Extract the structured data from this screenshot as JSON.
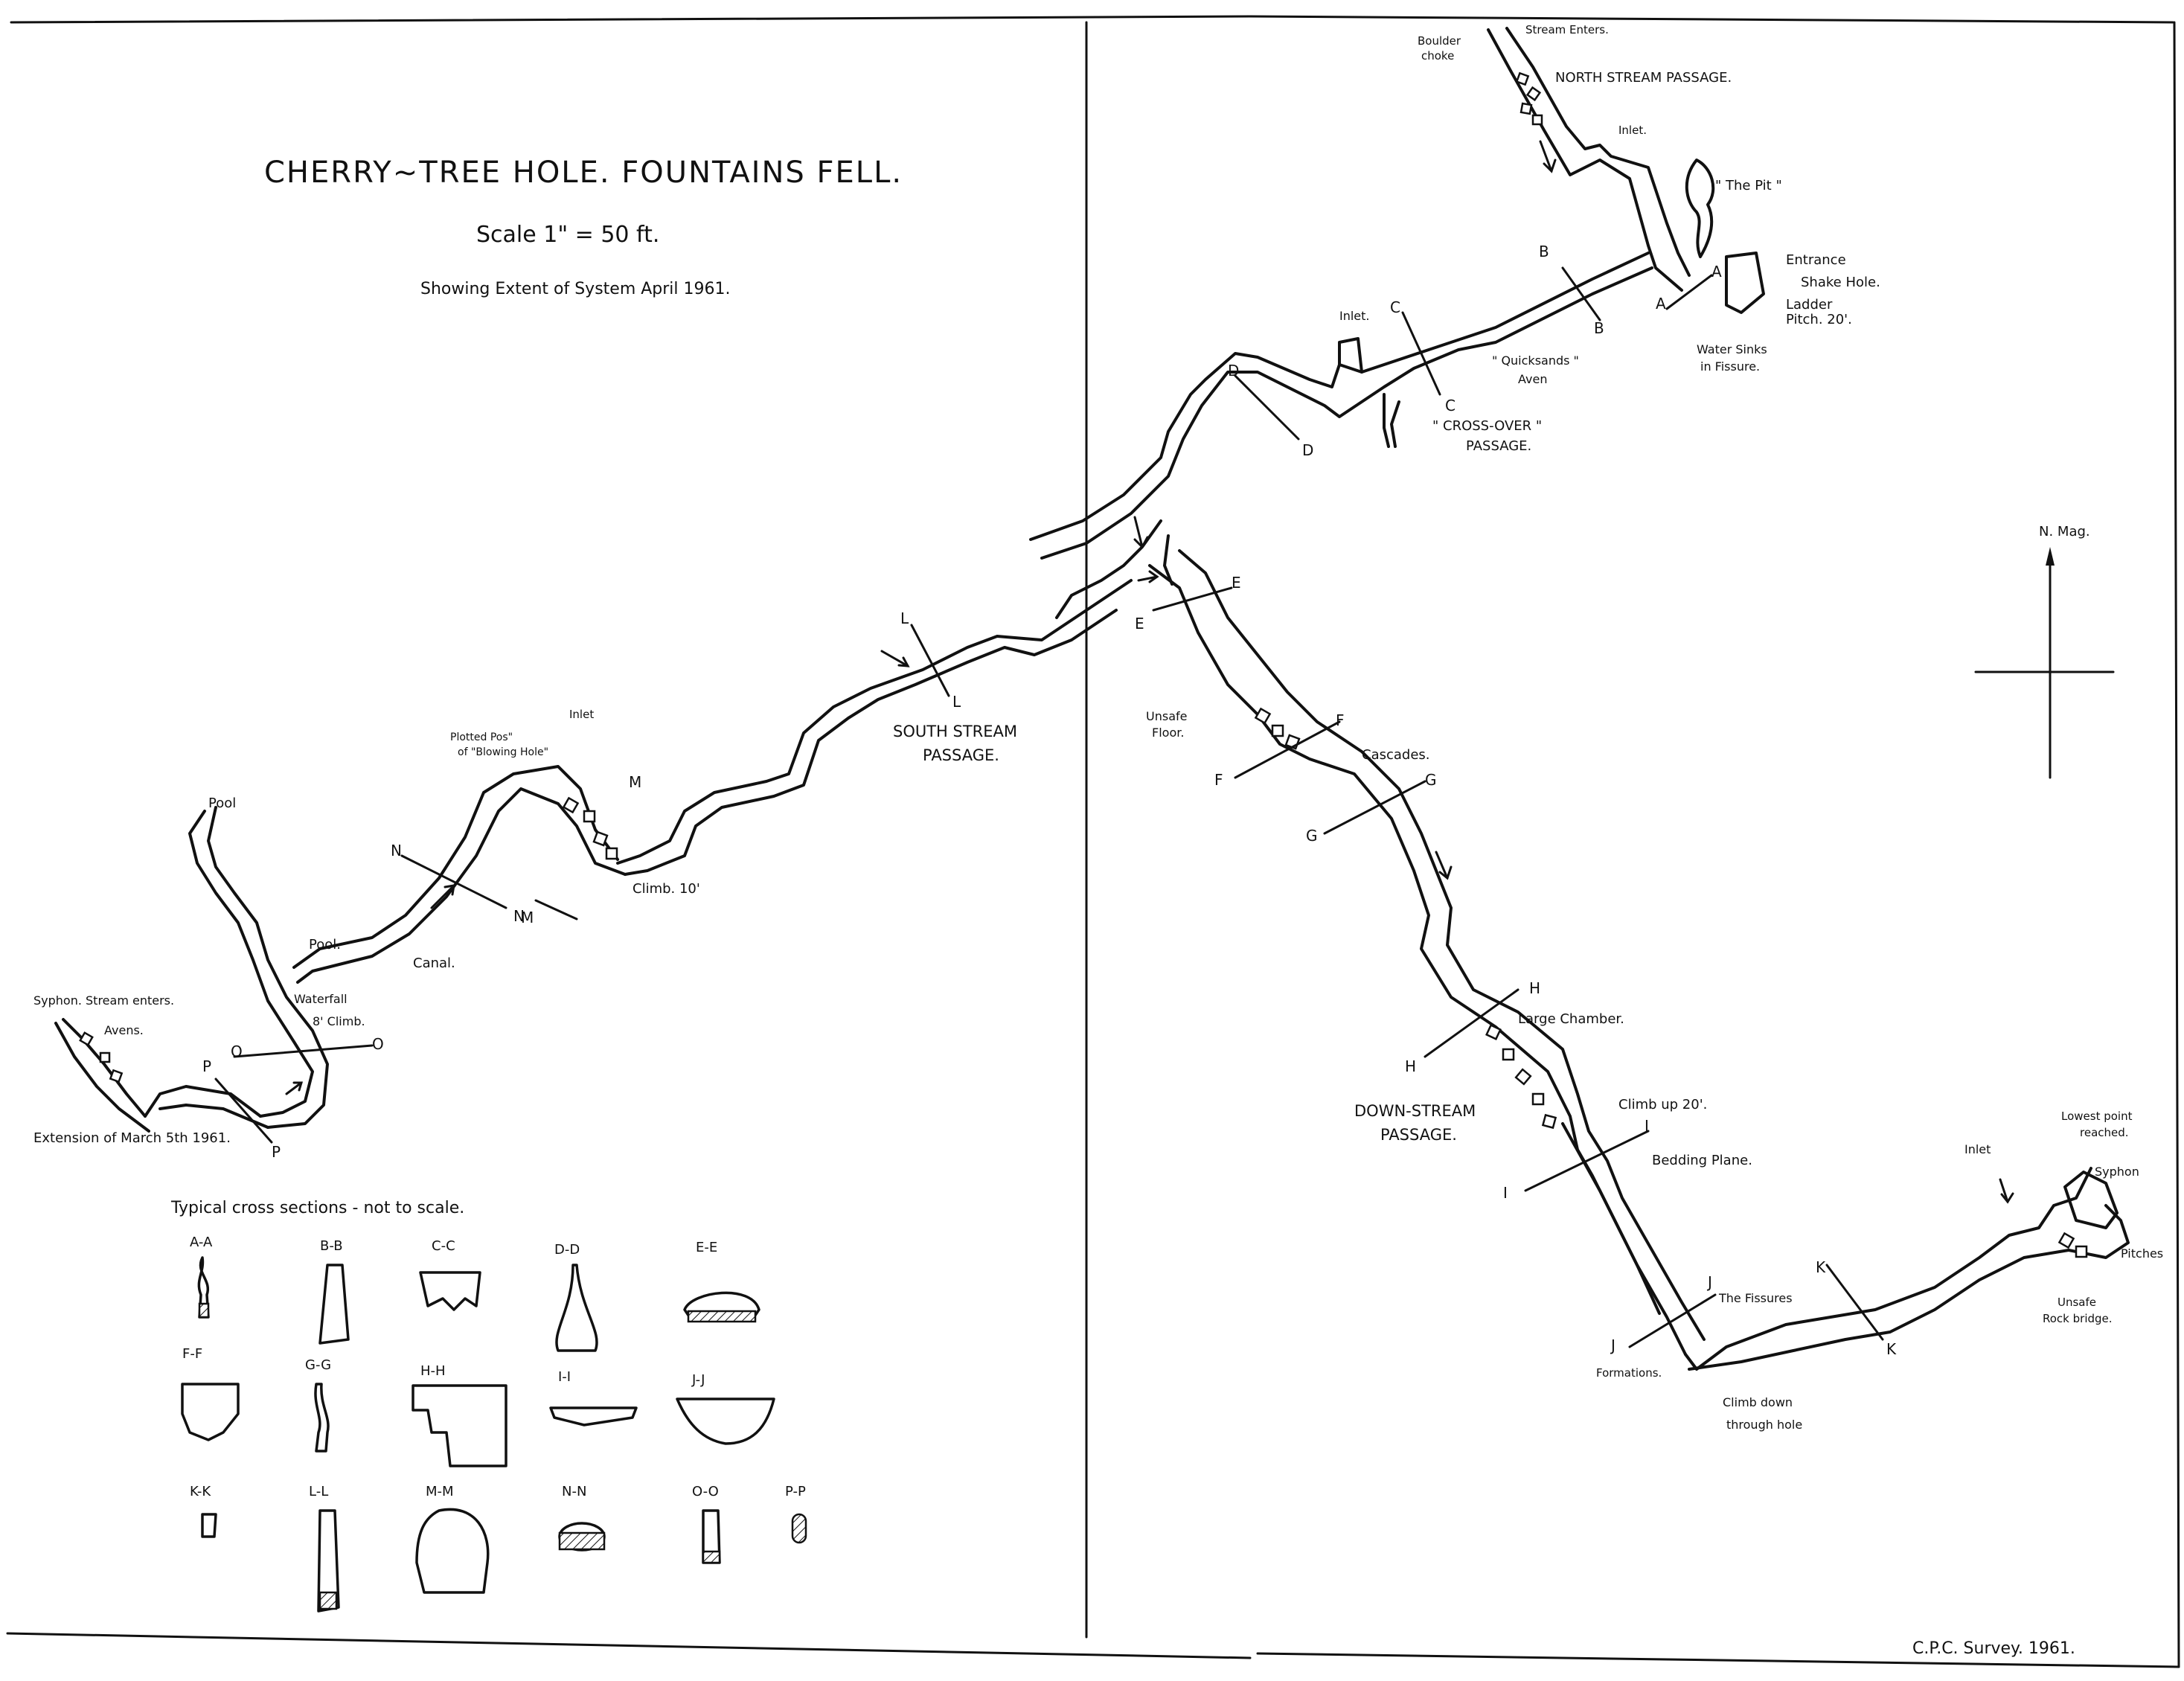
{
  "title": {
    "main": "CHERRY~TREE HOLE. FOUNTAINS FELL.",
    "scale": "Scale 1\" = 50 ft.",
    "extent": "Showing Extent of System April 1961."
  },
  "credit": "C.P.C. Survey. 1961.",
  "north_label": "N. Mag.",
  "passages": {
    "north_stream": "NORTH STREAM PASSAGE.",
    "south_stream_1": "SOUTH STREAM",
    "south_stream_2": "PASSAGE.",
    "down_stream_1": "DOWN-STREAM",
    "down_stream_2": "PASSAGE.",
    "cross_over_1": "\" CROSS-OVER \"",
    "cross_over_2": "PASSAGE."
  },
  "features": {
    "boulder_choke_1": "Boulder",
    "boulder_choke_2": "choke",
    "stream_enters_north": "Stream Enters.",
    "inlet_north": "Inlet.",
    "the_pit": "\" The Pit \"",
    "entrance_1": "Entrance",
    "entrance_2": "Shake Hole.",
    "ladder_1": "Ladder",
    "ladder_2": "Pitch. 20'.",
    "water_sinks_1": "Water Sinks",
    "water_sinks_2": "in Fissure.",
    "inlet_c": "Inlet.",
    "quicksands_1": "\" Quicksands \"",
    "quicksands_2": "Aven",
    "unsafe_floor_1": "Unsafe",
    "unsafe_floor_2": "Floor.",
    "cascades": "Cascades.",
    "large_chamber": "Large Chamber.",
    "climb_up": "Climb up 20'.",
    "bedding_plane": "Bedding Plane.",
    "the_fissures": "The Fissures",
    "formations": "Formations.",
    "climb_down_1": "Climb down",
    "climb_down_2": "through hole",
    "inlet_k": "Inlet",
    "lowest_point_1": "Lowest point",
    "lowest_point_2": "reached.",
    "syphon_east": "Syphon",
    "pitches": "Pitches",
    "unsafe_rock_1": "Unsafe",
    "unsafe_rock_2": "Rock bridge.",
    "plotted_pos_1": "Plotted Pos\"",
    "plotted_pos_2": "of \"Blowing Hole\"",
    "inlet_h": "Inlet",
    "climb_10": "Climb. 10'",
    "pool_north": "Pool",
    "pool_mid": "Pool.",
    "canal": "Canal.",
    "waterfall_1": "Waterfall",
    "waterfall_2": "8' Climb.",
    "syphon_west": "Syphon. Stream enters.",
    "avens": "Avens.",
    "extension": "Extension of March 5th 1961."
  },
  "section_lines": [
    "A",
    "A",
    "B",
    "B",
    "C",
    "C",
    "D",
    "D",
    "E",
    "E",
    "F",
    "F",
    "G",
    "G",
    "H",
    "H",
    "I",
    "I",
    "J",
    "J",
    "K",
    "K",
    "L",
    "L",
    "M",
    "M",
    "N",
    "N",
    "O",
    "O",
    "P",
    "P"
  ],
  "cross_sections": {
    "heading": "Typical cross sections - not to scale.",
    "labels": [
      "A-A",
      "B-B",
      "C-C",
      "D-D",
      "E-E",
      "F-F",
      "G-G",
      "H-H",
      "I-I",
      "J-J",
      "K-K",
      "L-L",
      "M-M",
      "N-N",
      "O-O",
      "P-P"
    ]
  }
}
